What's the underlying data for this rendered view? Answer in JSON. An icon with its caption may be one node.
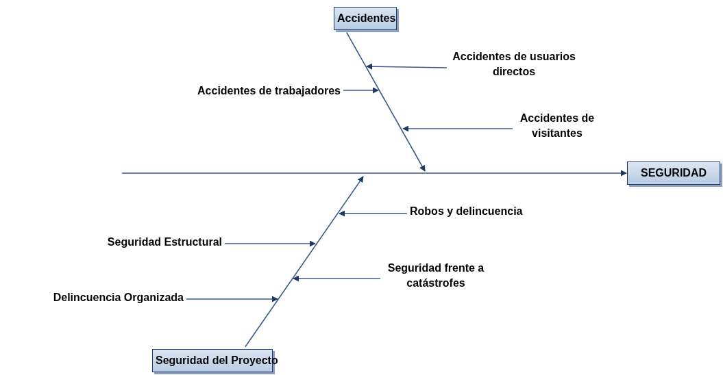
{
  "diagram": {
    "nodes": [
      {
        "text": [
          "Accidentes"
        ]
      },
      {
        "text": [
          "Accidentes de usuarios directos"
        ]
      },
      {
        "text": [
          "Accidentes de trabajadores"
        ]
      },
      {
        "text": [
          "Accidentes de visitantes"
        ]
      },
      {
        "text": [
          "SEGURIDAD"
        ]
      },
      {
        "text": [
          "Robos y delincuencia"
        ]
      },
      {
        "text": [
          "Seguridad Estructural"
        ]
      },
      {
        "text": [
          "Seguridad frente a catástrofes"
        ]
      },
      {
        "text": [
          "Delincuencia Organizada"
        ]
      },
      {
        "text": [
          "Seguridad del Proyecto"
        ]
      }
    ],
    "edges": [
      {
        "from": 0,
        "to": null,
        "arrow": "to"
      },
      {
        "from": 1,
        "to": null,
        "arrow": "to"
      },
      {
        "from": 2,
        "to": null,
        "arrow": "to"
      },
      {
        "from": 3,
        "to": null,
        "arrow": "to"
      },
      {
        "from": null,
        "to": 4,
        "arrow": "to"
      },
      {
        "from": 9,
        "to": null,
        "arrow": "to"
      },
      {
        "from": 5,
        "to": null,
        "arrow": "to"
      },
      {
        "from": 6,
        "to": null,
        "arrow": "to"
      },
      {
        "from": 7,
        "to": null,
        "arrow": "to"
      },
      {
        "from": 8,
        "to": null,
        "arrow": "to"
      }
    ]
  }
}
